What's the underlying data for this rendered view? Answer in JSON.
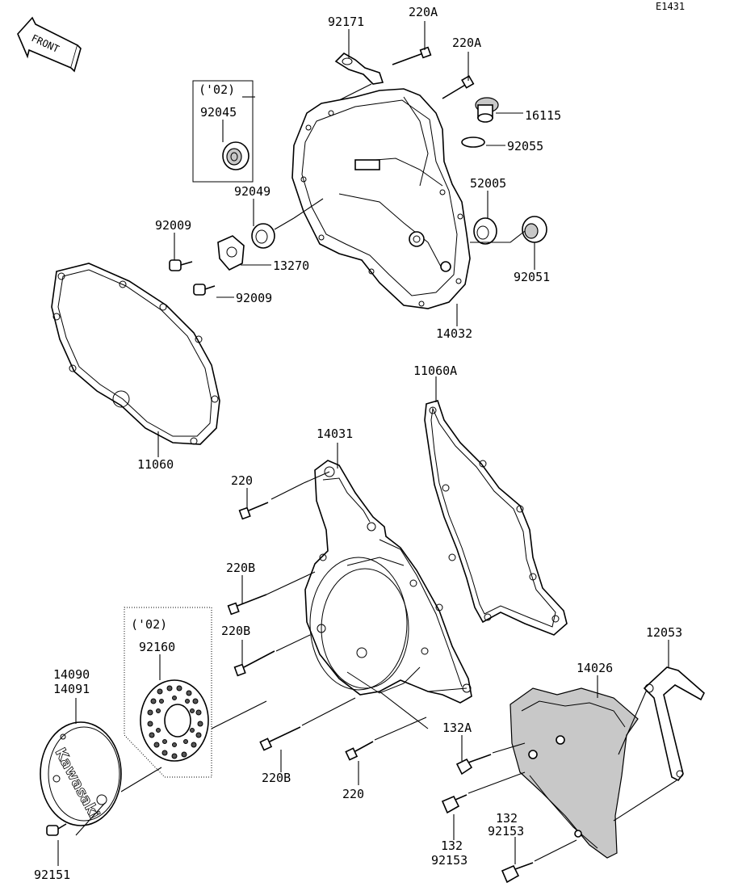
{
  "diagram_id": "E1431",
  "front_label": "FRONT",
  "kawasaki_logo_text": "Kawasaki",
  "year_note": "('02)",
  "parts": {
    "p92171": "92171",
    "p220A_top": "220A",
    "p220A_second": "220A",
    "p16115": "16115",
    "p92055": "92055",
    "p92045": "92045",
    "p92049": "92049",
    "p52005": "52005",
    "p92009_upper": "92009",
    "p13270": "13270",
    "p92009_lower": "92009",
    "p92051": "92051",
    "p14032": "14032",
    "p11060A": "11060A",
    "p11060": "11060",
    "p14031": "14031",
    "p220_upper": "220",
    "p220B_upper": "220B",
    "p220B_middle": "220B",
    "p92160": "92160",
    "p12053": "12053",
    "p14090": "14090",
    "p14091": "14091",
    "p14026": "14026",
    "p132A": "132A",
    "p220B_lower": "220B",
    "p220_lower": "220",
    "p132_lower": "132",
    "p92153_lower": "92153",
    "p132_right": "132",
    "p92153_right": "92153",
    "p92151": "92151"
  }
}
